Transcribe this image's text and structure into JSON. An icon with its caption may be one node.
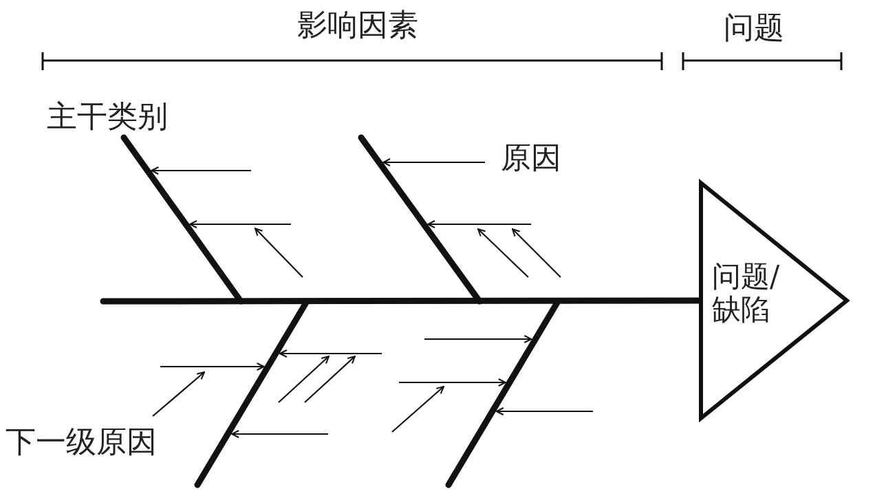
{
  "diagram": {
    "nodes": [
      {
        "text": [
          "问题/缺陷"
        ]
      },
      {
        "text": [],
        "shape": "bar"
      },
      {
        "text": [],
        "shape": "bar"
      },
      {
        "text": [],
        "shape": "bar"
      },
      {
        "text": [],
        "shape": "bar"
      }
    ],
    "edges": [
      {
        "from": null,
        "to": 0,
        "arrow": "none",
        "style": "thick"
      },
      {
        "from": null,
        "to": 1,
        "arrow": "to"
      },
      {
        "from": null,
        "to": 1,
        "arrow": "to"
      },
      {
        "from": null,
        "to": 2,
        "arrow": "to"
      },
      {
        "from": null,
        "to": 2,
        "arrow": "to"
      },
      {
        "from": null,
        "to": 2,
        "arrow": "to"
      },
      {
        "from": null,
        "to": 3,
        "arrow": "to"
      },
      {
        "from": null,
        "to": 3,
        "arrow": "to"
      },
      {
        "from": null,
        "to": 4,
        "arrow": "to"
      },
      {
        "from": null,
        "to": 4,
        "arrow": "to"
      },
      {
        "from": null,
        "to": 4,
        "arrow": "to"
      }
    ],
    "labels": [
      "影响因素",
      "问题",
      "主干类别",
      "原因",
      "下一级原因"
    ]
  }
}
